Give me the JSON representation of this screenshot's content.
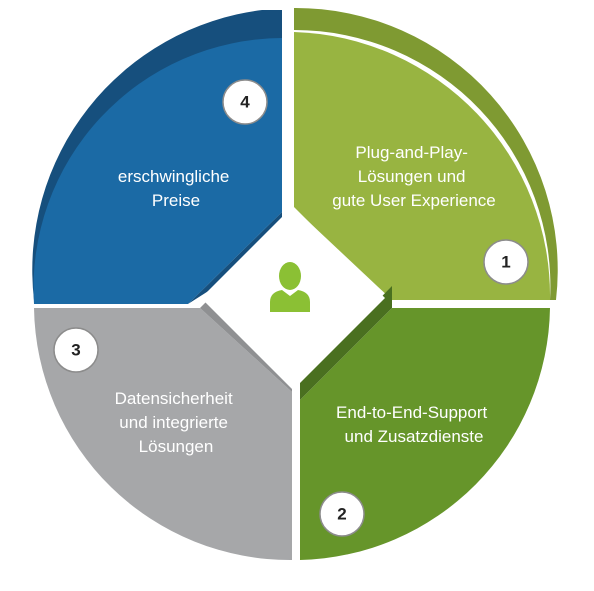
{
  "diagram": {
    "center_icon": "user-icon",
    "segments": [
      {
        "number": "1",
        "lines": [
          "Plug-and-Play-",
          "Lösungen und",
          "gute User Experience"
        ],
        "color": "#98b441",
        "shade": "#7f9a32"
      },
      {
        "number": "2",
        "lines": [
          "End-to-End-Support",
          "und Zusatzdienste"
        ],
        "color": "#66952a",
        "shade": "#4a7020"
      },
      {
        "number": "3",
        "lines": [
          "Datensicherheit",
          "und integrierte",
          "Lösungen"
        ],
        "color": "#a6a7a9",
        "shade": "#8f9092"
      },
      {
        "number": "4",
        "lines": [
          "erschwingliche",
          "Preise"
        ],
        "color": "#1b6aa5",
        "shade": "#164f7d"
      }
    ],
    "colors": {
      "icon": "#8bc034",
      "center": "#ffffff",
      "badge_border": "#8c8c8c"
    }
  }
}
